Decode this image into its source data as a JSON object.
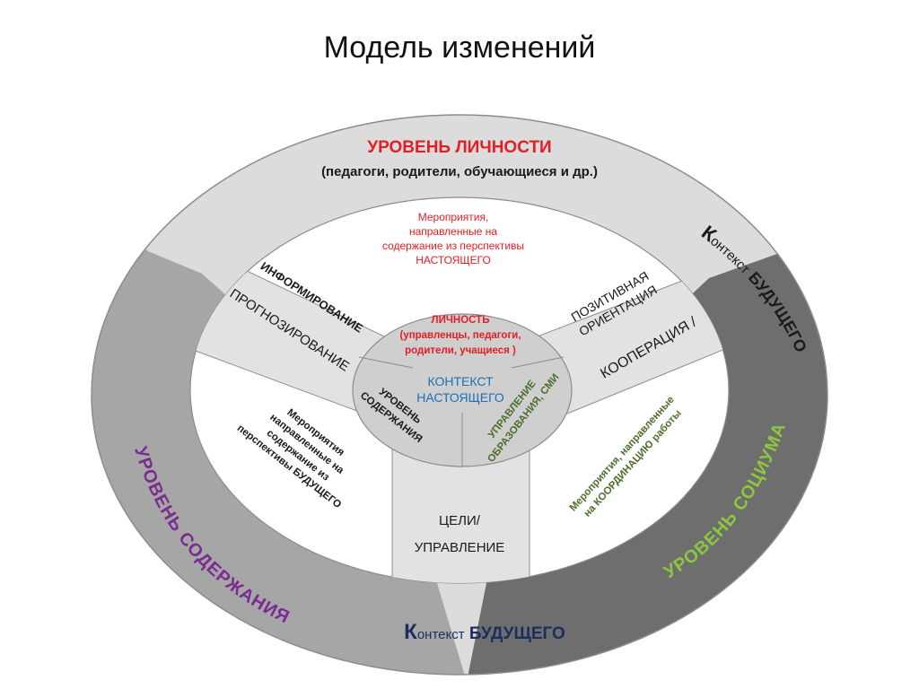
{
  "title": "Модель изменений",
  "colors": {
    "ring_light": "#dcdcdc",
    "ring_mid": "#a6a6a6",
    "ring_dark": "#6e6e6e",
    "spoke": "#e2e2e2",
    "hub": "#cfcfcf",
    "stroke": "#8c8c8c",
    "red": "#e31e24",
    "purple": "#7b2c91",
    "green": "#8dc63f",
    "olive": "#4b6e2a",
    "blue": "#1f6fb4",
    "dark": "#1a1a1a",
    "navy": "#1c2d5e"
  },
  "outer": {
    "personality_title": "УРОВЕНЬ  ЛИЧНОСТИ",
    "personality_sub": "(педагоги, родители, обучающиеся и др.)",
    "content_level": "УРОВЕНЬ  СОДЕРЖАНИЯ",
    "society_level": "УРОВЕНЬ  СОЦИУМА",
    "context_right_big": "К",
    "context_right_small": "онтекст",
    "context_right_word": "БУДУЩЕГО",
    "context_bottom_big": "К",
    "context_bottom_small": "онтекст",
    "context_bottom_word": "БУДУЩЕГО"
  },
  "inner": {
    "top_activity": [
      "Мероприятия,",
      "направленные на",
      "содержание из перспективы",
      "НАСТОЯЩЕГО"
    ],
    "left_activity": [
      "Мероприятия",
      "направленные на",
      "содержание из",
      "перспективы БУДУЩЕГО"
    ],
    "right_activity": [
      "Мероприятия, направленные",
      "на КООРДИНАЦИЮ работы"
    ]
  },
  "spokes": {
    "left_bold": "ИНФОРМИРОВАНИЕ",
    "left_regular": "ПРОГНОЗИРОВАНИЕ",
    "right_lines": [
      "ПОЗИТИВНАЯ",
      "ОРИЕНТАЦИЯ"
    ],
    "right_cooperation": "КООПЕРАЦИЯ /",
    "bottom_lines": [
      "ЦЕЛИ/",
      "УПРАВЛЕНИЕ"
    ]
  },
  "hub": {
    "personality_title": "ЛИЧНОСТЬ",
    "personality_lines": [
      "(управленцы, педагоги,",
      "родители, учащиеся )"
    ],
    "context_lines": [
      "КОНТЕКСТ",
      "НАСТОЯЩЕГО"
    ],
    "content_mgmt": [
      "УРОВЕНЬ",
      "СОДЕРЖАНИЯ"
    ],
    "edu_mgmt": [
      "УПРАВЛЕНИЕ",
      "ОБРАЗОВАНИЯ, СМИ"
    ]
  }
}
